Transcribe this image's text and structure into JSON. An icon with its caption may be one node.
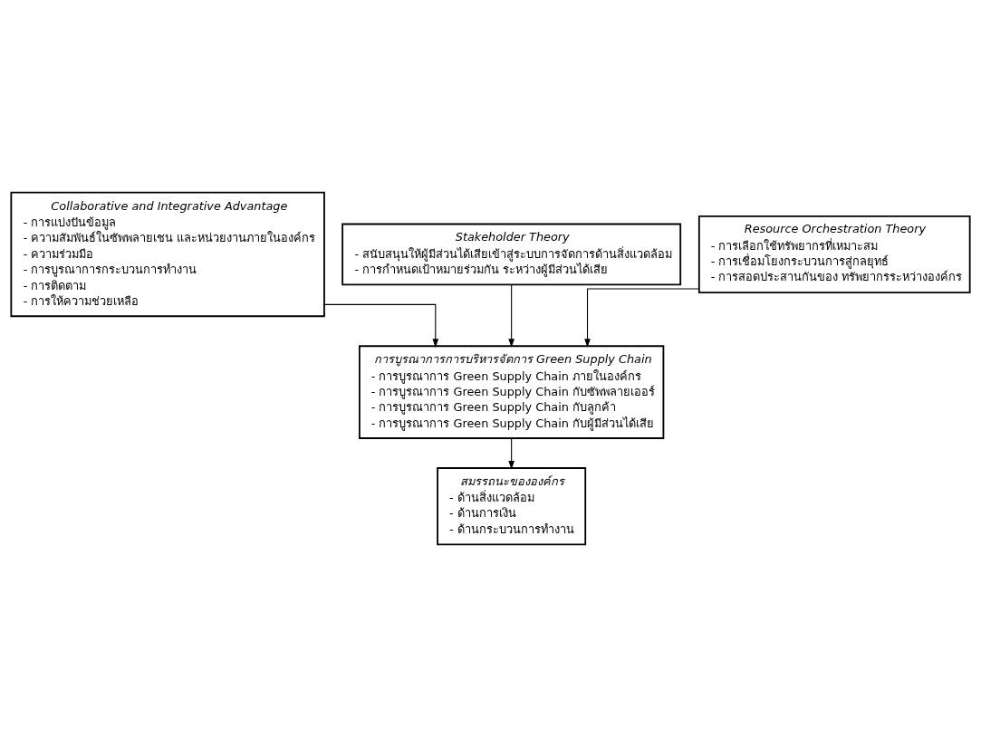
{
  "diagram": {
    "nodes": [
      {
        "text": [
          "Collaborative and Integrative Advantage",
          "- การแบ่งปันข้อมูล",
          "- ความสัมพันธ์ในซัพพลายเชน และหน่วยงานภายในองค์กร",
          "- ความร่วมมือ",
          "- การบูรณาการกระบวนการทำงาน",
          "- การติดตาม",
          "- การให้ความช่วยเหลือ"
        ]
      },
      {
        "text": [
          "Stakeholder Theory",
          "- สนับสนุนให้ผู้มีส่วนได้เสียเข้าสู่ระบบการจัดการด้านสิ่งแวดล้อม",
          "- การกำหนดเป้าหมายร่วมกัน ระหว่างผู้มีส่วนได้เสีย"
        ]
      },
      {
        "text": [
          "Resource Orchestration Theory",
          "- การเลือกใช้ทรัพยากรที่เหมาะสม",
          "- การเชื่อมโยงกระบวนการสู่กลยุทธ์",
          "- การสอดประสานกันของ ทรัพยากรระหว่างองค์กร"
        ]
      },
      {
        "text": [
          "การบูรณาการการบริหารจัดการ Green Supply Chain",
          "- การบูรณาการ Green Supply Chain ภายในองค์กร",
          "- การบูรณาการ Green Supply Chain กับซัพพลายเออร์",
          "- การบูรณาการ Green Supply Chain กับลูกค้า",
          "- การบูรณาการ Green Supply Chain กับผู้มีส่วนได้เสีย"
        ]
      },
      {
        "text": [
          "สมรรถนะขององค์กร",
          "- ด้านสิ่งแวดล้อม",
          "- ด้านการเงิน",
          "- ด้านกระบวนการทำงาน"
        ]
      }
    ],
    "edges": [
      {
        "from": 0,
        "to": 3,
        "arrow": "to"
      },
      {
        "from": 1,
        "to": 3,
        "arrow": "to"
      },
      {
        "from": 2,
        "to": 3,
        "arrow": "to"
      },
      {
        "from": 3,
        "to": 4,
        "arrow": "to"
      }
    ]
  }
}
